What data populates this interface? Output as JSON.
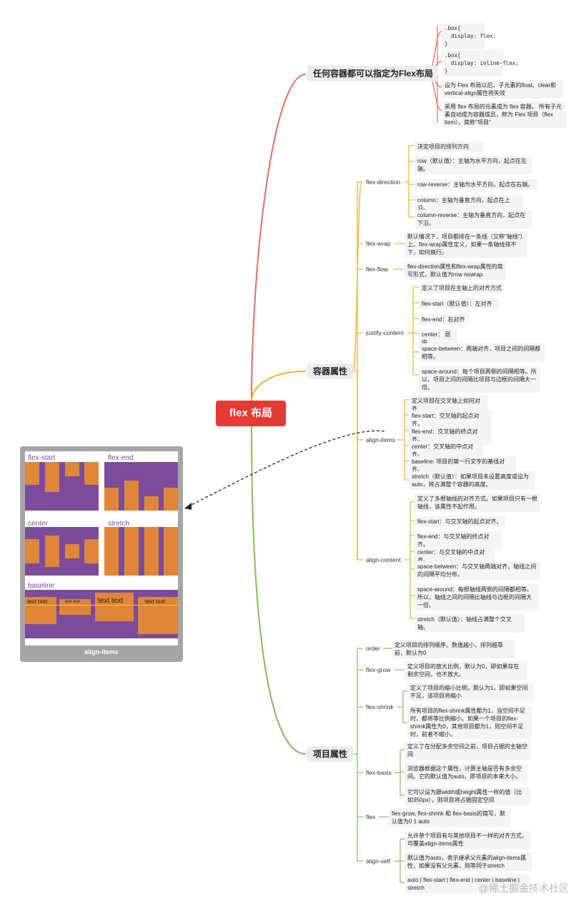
{
  "root": {
    "label": "flex 布局"
  },
  "branches": {
    "container_any": {
      "label": "任何容器都可以指定为Flex布局",
      "leaves": [
        ".box{\n  display: flex;\n}",
        ".box{\n  display: inline-flex;\n}",
        "设为 Flex 布局以后，子元素的float、clear和vertical-align属性将失效",
        "采用 flex 布局的元素成为 flex 容器。 所有子元素自动成为容器成员，称为 Flex 项目（flex item），简称\"项目\""
      ]
    },
    "container_props": {
      "label": "容器属性",
      "subs": [
        {
          "label": "flex-direction",
          "leaves": [
            "决定项目的排列方向",
            "row（默认值）：主轴为水平方向，起点在左端。",
            "row-reverse：主轴为水平方向，起点在右端。",
            "column：主轴为垂直方向，起点在上沿。",
            "column-reverse：主轴为垂直方向，起点在下沿。"
          ]
        },
        {
          "label": "flex-wrap",
          "leaves": [
            "默认情况下，项目都排在一条线（又称\"轴线\"）上。flex-wrap属性定义，如果一条轴线排不下，如何换行。"
          ]
        },
        {
          "label": "flex-flow",
          "leaves": [
            "flex-direction属性和flex-wrap属性的简写形式，默认值为row nowrap"
          ]
        },
        {
          "label": "justify-content",
          "leaves": [
            "定义了项目在主轴上的对齐方式",
            "flex-start（默认值）：左对齐",
            "flex-end：右对齐",
            "center： 居中",
            "space-between：两端对齐，项目之间的间隔都相等。",
            "space-around：每个项目两侧的间隔相等。所以，项目之间的间隔比项目与边框的间隔大一倍。"
          ]
        },
        {
          "label": "align-items",
          "leaves": [
            "定义项目在交叉轴上如何对齐",
            "flex-start：交叉轴的起点对齐。",
            "flex-end：交叉轴的终点对齐。",
            "center：交叉轴的中点对齐。",
            "baseline: 项目的第一行文字的基线对齐。",
            "stretch（默认值）：如果项目未设置高度或设为auto，将占满整个容器的高度。"
          ]
        },
        {
          "label": "align-content",
          "leaves": [
            "定义了多根轴线的对齐方式。如果项目只有一根轴线，该属性不起作用。",
            "flex-start：与交叉轴的起点对齐。",
            "flex-end：与交叉轴的终点对齐。",
            "center：与交叉轴的中点对齐。",
            "space-between：与交叉轴两端对齐，轴线之间的间隔平均分布。",
            "space-around：每根轴线两侧的间隔都相等。所以，轴线之间的间隔比轴线与边框的间隔大一倍。",
            "stretch（默认值）：轴线占满整个交叉轴。"
          ]
        }
      ]
    },
    "item_props": {
      "label": "项目属性",
      "subs": [
        {
          "label": "order",
          "leaves": [
            "定义项目的排列顺序。数值越小，排列越靠前，默认为0"
          ]
        },
        {
          "label": "flex-grow",
          "leaves": [
            "定义项目的放大比例，默认为0，即如果存在剩余空间，也不放大。"
          ]
        },
        {
          "label": "flex-shrink",
          "leaves": [
            "定义了项目的缩小比例，默认为1，即如果空间不足，该项目将缩小",
            "所有项目的flex-shrink属性都为1，当空间不足时，都将等比例缩小。如果一个项目的flex-shrink属性为0，其他项目都为1，则空间不足时，前者不缩小。"
          ]
        },
        {
          "label": "flex-basis",
          "leaves": [
            "定义了在分配多余空间之前，项目占据的主轴空间",
            "浏览器根据这个属性，计算主轴是否有多余空间。它的默认值为auto，即项目的本来大小。",
            "它可以设为跟width或height属性一样的值（比如350px），则项目将占据固定空间"
          ]
        },
        {
          "label": "flex",
          "leaves": [
            "flex-grow, flex-shrink 和 flex-basis的简写，默认值为0 1 auto"
          ]
        },
        {
          "label": "align-self",
          "leaves": [
            "允许单个项目有与其他项目不一样的对齐方式，可覆盖align-items属性",
            "默认值为auto，表示继承父元素的align-items属性，如果没有父元素，则等同于stretch",
            "auto | flex-start | flex-end | center | baseline | stretch"
          ]
        }
      ]
    }
  },
  "illustration": {
    "caption": "align-items",
    "labels": {
      "flex_start": "flex-start",
      "flex_end": "flex-end",
      "center": "center",
      "stretch": "stretch",
      "baseline": "baseline"
    },
    "baseline_texts": [
      "text text",
      "text text",
      "text text",
      "text text"
    ]
  },
  "watermark": "@稀土掘金技术社区",
  "colors": {
    "root": "#e33b34",
    "container_any": "#e07060",
    "container_props": "#f0b429",
    "item_props": "#7dc05a",
    "purple": "#7b4c9c",
    "orange": "#e08638"
  }
}
